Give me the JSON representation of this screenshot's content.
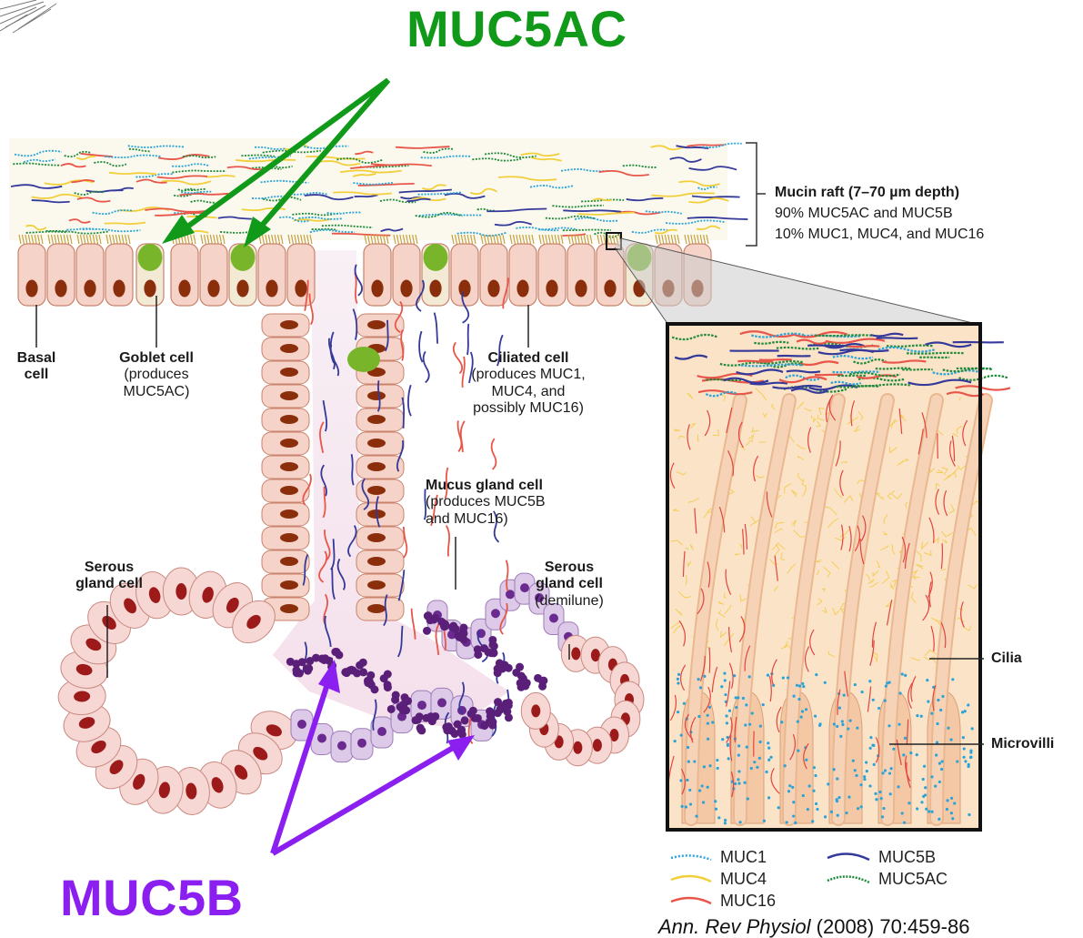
{
  "headline_top": "MUC5AC",
  "headline_bottom": "MUC5B",
  "raft": {
    "title": "Mucin raft (7–70 µm depth)",
    "line1": "90% MUC5AC and MUC5B",
    "line2": "10% MUC1, MUC4, and MUC16"
  },
  "labels": {
    "basal_1": "Basal",
    "basal_2": "cell",
    "goblet_1": "Goblet cell",
    "goblet_2": "(produces",
    "goblet_3": "MUC5AC)",
    "ciliated_1": "Ciliated cell",
    "ciliated_2": "(produces MUC1,",
    "ciliated_3": "MUC4, and",
    "ciliated_4": "possibly MUC16)",
    "mucus_1": "Mucus gland cell",
    "mucus_2": "(produces MUC5B",
    "mucus_3": "and MUC16)",
    "serous_left_1": "Serous",
    "serous_left_2": "gland cell",
    "serous_right_1": "Serous",
    "serous_right_2": "gland cell",
    "serous_right_3": "(demilune)",
    "cilia": "Cilia",
    "microvilli": "Microvilli"
  },
  "legend": [
    {
      "label": "MUC1",
      "color": "#2aa3d8"
    },
    {
      "label": "MUC4",
      "color": "#f2cf3a"
    },
    {
      "label": "MUC16",
      "color": "#e8564a"
    },
    {
      "label": "MUC5B",
      "color": "#34399a"
    },
    {
      "label": "MUC5AC",
      "color": "#1f8a3a"
    }
  ],
  "citation_journal": "Ann. Rev Physiol",
  "citation_rest": " (2008) 70:459-86",
  "colors": {
    "muc5ac_arrow": "#119a1a",
    "muc5b_arrow": "#8a1ff0",
    "cell_fill": "#f6d3c8",
    "nucleus": "#8b2e0c"
  }
}
